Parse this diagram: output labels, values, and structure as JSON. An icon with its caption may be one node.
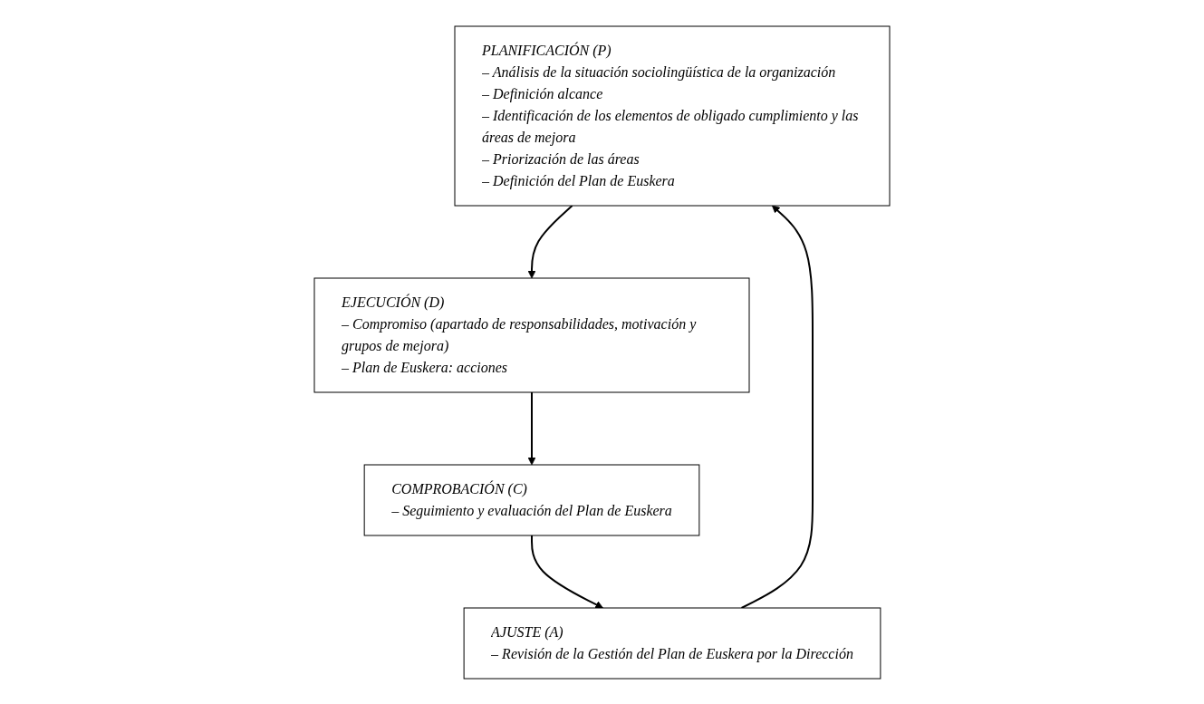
{
  "diagram": {
    "nodes": [
      {
        "text": [
          "PLANIFICACIÓN (P)",
          "– Análisis de la situación sociolingüística de la organización",
          "– Definición alcance",
          "– Identificación de los elementos de obligado cumplimiento y las áreas de mejora",
          "– Priorización de las áreas",
          "– Definición del Plan de Euskera"
        ]
      },
      {
        "text": [
          "AJUSTE (A)",
          "– Revisión de la Gestión del Plan de Euskera por la Dirección"
        ]
      },
      {
        "text": [
          "EJECUCIÓN (D)",
          "– Compromiso (apartado de responsabilidades, motivación y grupos de mejora)",
          "– Plan de Euskera: acciones"
        ]
      },
      {
        "text": [
          "COMPROBACIÓN (C)",
          "– Seguimiento y evaluación del Plan de Euskera"
        ]
      }
    ],
    "edges": [
      {
        "from": 1,
        "to": 0,
        "arrow": "to"
      },
      {
        "from": 0,
        "to": 2,
        "arrow": "to"
      },
      {
        "from": 2,
        "to": 3,
        "arrow": "to"
      },
      {
        "from": 3,
        "to": 1,
        "arrow": "to"
      }
    ]
  }
}
